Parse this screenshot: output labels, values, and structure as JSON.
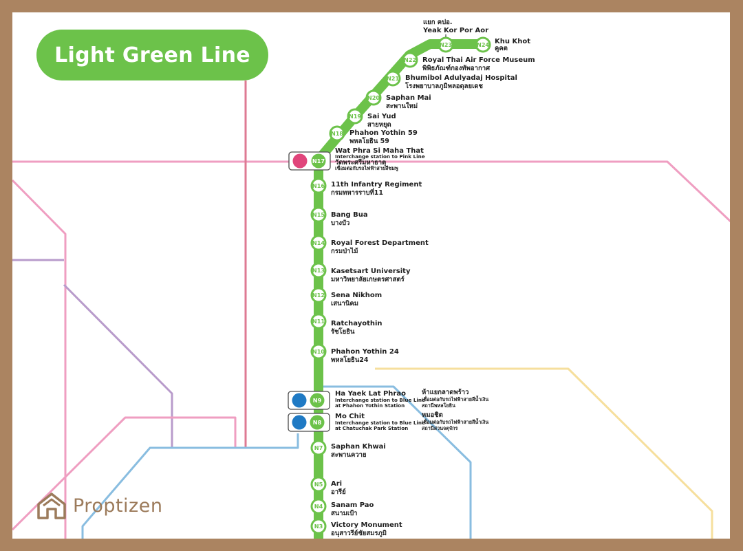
{
  "title": "Light Green Line",
  "brand": "Proptizen",
  "colors": {
    "frame": "#ab8461",
    "line_green": "#6cc24a",
    "pink_line": "#ef9ec1",
    "blue_line": "#89bde0",
    "purple_line": "#b89bcb",
    "red_line": "#de7a93",
    "yellow_line": "#f6df9d",
    "pink_interchange": "#e0457b",
    "blue_interchange": "#1f7ac4"
  },
  "stations": [
    {
      "code": "N24",
      "en": "Khu Khot",
      "th": "คูคต"
    },
    {
      "code": "N23",
      "en": "Yeak Kor Por Aor",
      "th": "แยก คปอ."
    },
    {
      "code": "N22",
      "en": "Royal Thai Air Force Museum",
      "th": "พิพิธภัณฑ์กองทัพอากาศ"
    },
    {
      "code": "N21",
      "en": "Bhumibol Adulyadaj Hospital",
      "th": "โรงพยาบาลภูมิพลอดุลยเดช"
    },
    {
      "code": "N20",
      "en": "Saphan Mai",
      "th": "สะพานใหม่"
    },
    {
      "code": "N19",
      "en": "Sai Yud",
      "th": "สายหยุด"
    },
    {
      "code": "N18",
      "en": "Phahon Yothin 59",
      "th": "พหลโยธิน 59"
    },
    {
      "code": "N17",
      "en": "Wat Phra Si Maha That",
      "th": "วัดพระศรีมหาธาตุ",
      "note_en": "Interchange station to Pink Line",
      "note_th": "เชื่อมต่อกับรถไฟฟ้าสายสีชมพู"
    },
    {
      "code": "N16",
      "en": "11th Infantry Regiment",
      "th": "กรมทหารราบที่11"
    },
    {
      "code": "N15",
      "en": "Bang Bua",
      "th": "บางบัว"
    },
    {
      "code": "N14",
      "en": "Royal Forest Department",
      "th": "กรมป่าไม้"
    },
    {
      "code": "N13",
      "en": "Kasetsart University",
      "th": "มหาวิทยาลัยเกษตรศาสตร์"
    },
    {
      "code": "N12",
      "en": "Sena Nikhom",
      "th": "เสนานิคม"
    },
    {
      "code": "N11",
      "en": "Ratchayothin",
      "th": "รัชโยธิน"
    },
    {
      "code": "N10",
      "en": "Phahon Yothin 24",
      "th": "พหลโยธิน24"
    },
    {
      "code": "N9",
      "en": "Ha Yaek Lat Phrao",
      "th": "ห้าแยกลาดพร้าว",
      "note_en": "Interchange station to Blue Line",
      "note_en2": "at Phahon Yothin Station",
      "note_th": "เชื่อมต่อกับรถไฟฟ้าสายสีน้ำเงิน",
      "note_th2": "สถานีพหลโยธิน"
    },
    {
      "code": "N8",
      "en": "Mo Chit",
      "th": "หมอชิต",
      "note_en": "Interchange station to Blue Line",
      "note_en2": "at Chatuchak Park Station",
      "note_th": "เชื่อมต่อกับรถไฟฟ้าสายสีน้ำเงิน",
      "note_th2": "สถานีสวนจตุจักร"
    },
    {
      "code": "N7",
      "en": "Saphan Khwai",
      "th": "สะพานควาย"
    },
    {
      "code": "N5",
      "en": "Ari",
      "th": "อารีย์"
    },
    {
      "code": "N4",
      "en": "Sanam Pao",
      "th": "สนามเป้า"
    },
    {
      "code": "N3",
      "en": "Victory Monument",
      "th": "อนุสาวรีย์ชัยสมรภูมิ"
    }
  ]
}
